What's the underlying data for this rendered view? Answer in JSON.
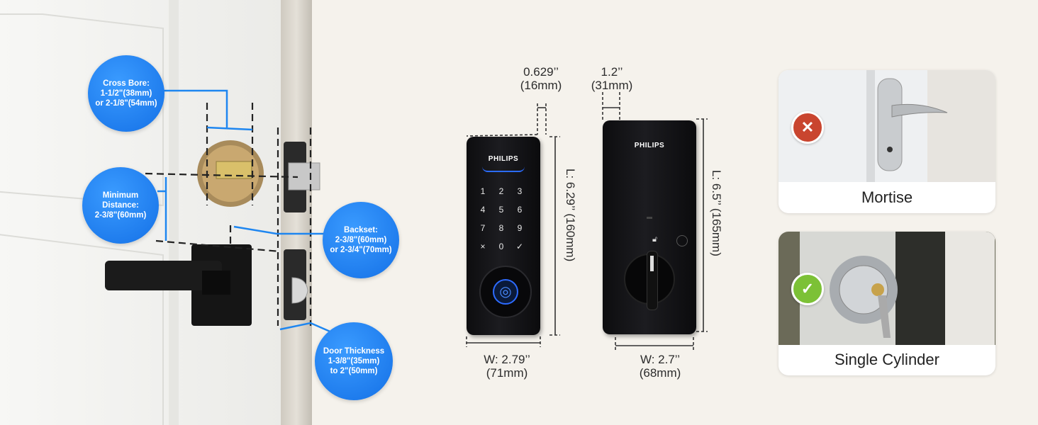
{
  "door_scene": {
    "cross_bore": "Cross Bore:\n1-1/2\"(38mm)\nor 2-1/8\"(54mm)",
    "minimum_distance": "Minimum\nDistance:\n2-3/8\"(60mm)",
    "backset": "Backset:\n2-3/8\"(60mm)\nor 2-3/4\"(70mm)",
    "door_thickness": "Door Thickness\n1-3/8\"(35mm)\nto 2\"(50mm)"
  },
  "front_lock": {
    "brand": "PHILIPS",
    "keys": [
      "1",
      "2",
      "3",
      "4",
      "5",
      "6",
      "7",
      "8",
      "9",
      "×",
      "0",
      "✓"
    ],
    "depth": "0.629’’\n(16mm)",
    "length": "L: 6.29’’ (160mm)",
    "width": "W: 2.79’’\n(71mm)"
  },
  "back_lock": {
    "brand": "PHILIPS",
    "depth": "1.2’’\n(31mm)",
    "length": "L: 6.5’’ (165mm)",
    "width": "W: 2.7’’\n(68mm)"
  },
  "options": [
    {
      "label": "Mortise",
      "status": "incompatible",
      "icon": "x-icon"
    },
    {
      "label": "Single Cylinder",
      "status": "compatible",
      "icon": "check-icon"
    }
  ],
  "colors": {
    "accent": "#1a7af0",
    "bad": "#c9452f",
    "good": "#7cc136"
  }
}
